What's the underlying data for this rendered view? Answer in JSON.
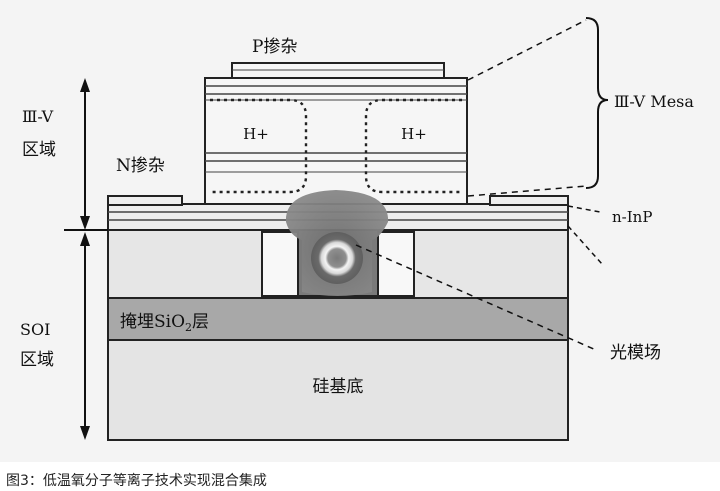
{
  "labels": {
    "p_doping": "P掺杂",
    "n_doping": "N掺杂",
    "h_plus_left": "H+",
    "h_plus_right": "H+",
    "iiiv_region_line1": "Ⅲ-V",
    "iiiv_region_line2": "区域",
    "soi_region_line1": "SOI",
    "soi_region_line2": "区域",
    "iiiv_mesa": "Ⅲ-V Mesa",
    "n_inp": "n-InP",
    "buried_oxide": "掩埋SiO",
    "buried_oxide_sub": "2",
    "buried_oxide_suffix": "层",
    "silicon_substrate": "硅基底",
    "optical_mode": "光模场"
  },
  "caption": "图3：低温氧分子等离子技术实现混合集成",
  "colors": {
    "background": "#f4f4f4",
    "substrate": "#e4e4e4",
    "oxide": "#a8a8a8",
    "soi_region": "#e6e6e6",
    "mesa": "#f6f6f6",
    "layer_lines": "#444444",
    "mode_dark": "#6f6f6f",
    "mode_ring": "#f2f2f2",
    "mode_core": "#8a8a8a"
  }
}
